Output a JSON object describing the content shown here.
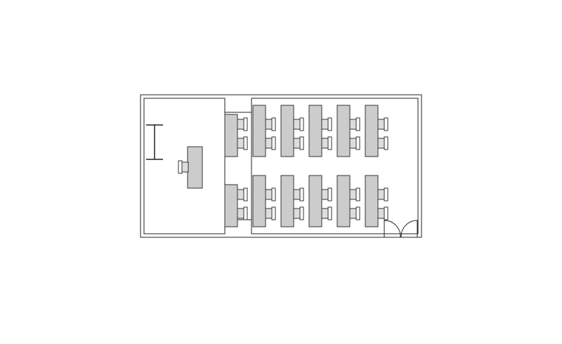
{
  "floor_plan": {
    "type": "classroom-layout",
    "room_count": 2,
    "instructor_desk_count": 1,
    "student_desk_rows": 2,
    "student_desks_per_row": 6,
    "chairs_per_student_desk": 2,
    "door_count": 1,
    "door_type": "double-swing",
    "projection_screen": true,
    "colors": {
      "wall": "#222222",
      "desk": "#cccccc",
      "chair": "#dddddd",
      "background": "#ffffff"
    }
  }
}
